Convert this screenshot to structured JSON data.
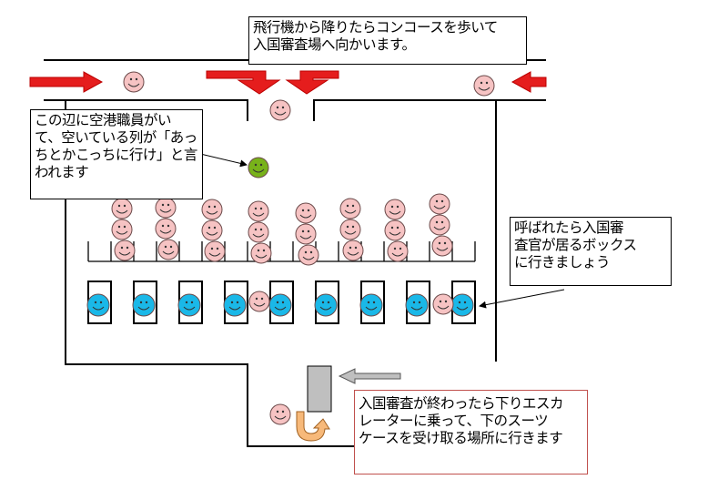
{
  "notes": {
    "arrival": "飛行機から降りたらコンコースを歩いて\n入国審査場へ向かいます。",
    "staff": "この辺に空港職員がい\nて、空いている列が「あっ\nちとかこっちに行け」と言\nわれます",
    "booth": "呼ばれたら入国審\n査官が居るボックス\nに行きましょう",
    "escalator": "入国審査が終わったら下りエスカ\nレーターに乗って、下のスーツ\nケースを受け取る場所に行きます"
  },
  "colors": {
    "traveler": "#f6c3c3",
    "officer": "#1ab8e8",
    "staff": "#78b21a",
    "flow_arrow": "#e51d1d",
    "escalator": "#bfbfbf",
    "uturn_arrow": "#f7b97a",
    "escalator_note_border": "#c0504d"
  },
  "icons": {
    "person": "smiley-face",
    "flow": "block-arrow"
  }
}
